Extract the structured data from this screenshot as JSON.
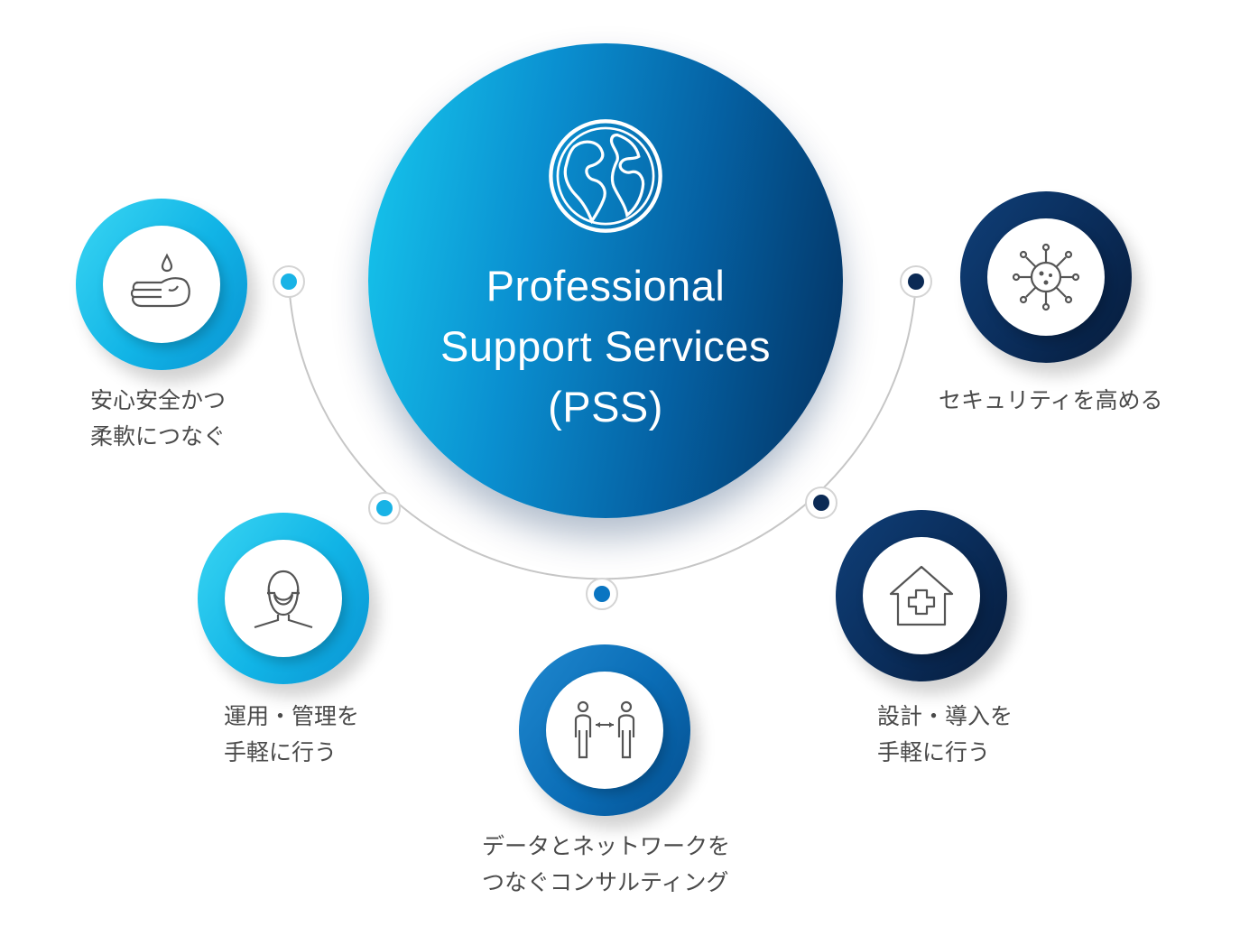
{
  "hub": {
    "icon": "globe-icon",
    "title_lines": [
      "Professional",
      "Support Services",
      "(PSS)"
    ]
  },
  "nodes": [
    {
      "id": "secure-connect",
      "icon": "hand-water-drop-icon",
      "color": "#11b4e6",
      "label_lines": [
        "安心安全かつ",
        "柔軟につなぐ"
      ]
    },
    {
      "id": "operations",
      "icon": "masked-person-icon",
      "color": "#11b4e6",
      "label_lines": [
        "運用・管理を",
        "手軽に行う"
      ]
    },
    {
      "id": "consulting",
      "icon": "social-distance-icon",
      "color": "#0a6cb5",
      "label_lines": [
        "データとネットワークを",
        "つなぐコンサルティング"
      ]
    },
    {
      "id": "deployment",
      "icon": "house-medical-cross-icon",
      "color": "#0a2c59",
      "label_lines": [
        "設計・導入を",
        "手軽に行う"
      ]
    },
    {
      "id": "security",
      "icon": "virus-icon",
      "color": "#0a2c59",
      "label_lines": [
        "セキュリティを高める"
      ]
    }
  ],
  "colors": {
    "arc_line": "#c6c6c6",
    "dot_cyan": "#19b3e6",
    "dot_blue": "#0a75c2",
    "dot_navy": "#0b2a55",
    "label_text": "#4a4a4a"
  }
}
